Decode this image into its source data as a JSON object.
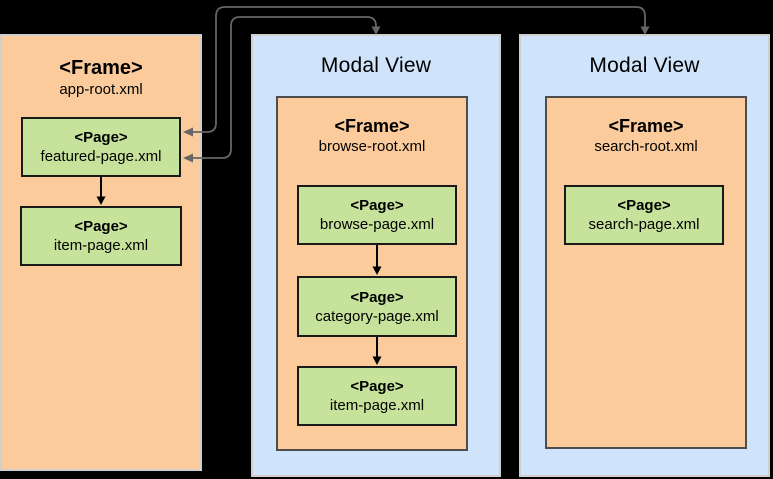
{
  "diagram": {
    "app_frame": {
      "title_tag": "<Frame>",
      "title_file": "app-root.xml",
      "pages": [
        {
          "tag": "<Page>",
          "file": "featured-page.xml"
        },
        {
          "tag": "<Page>",
          "file": "item-page.xml"
        }
      ]
    },
    "browse_modal": {
      "title": "Modal View",
      "frame_tag": "<Frame>",
      "frame_file": "browse-root.xml",
      "pages": [
        {
          "tag": "<Page>",
          "file": "browse-page.xml"
        },
        {
          "tag": "<Page>",
          "file": "category-page.xml"
        },
        {
          "tag": "<Page>",
          "file": "item-page.xml"
        }
      ]
    },
    "search_modal": {
      "title": "Modal View",
      "frame_tag": "<Frame>",
      "frame_file": "search-root.xml",
      "pages": [
        {
          "tag": "<Page>",
          "file": "search-page.xml"
        }
      ]
    },
    "colors": {
      "background": "#000000",
      "frame_fill": "#FBCB9B",
      "modal_fill": "#CFE3FA",
      "page_fill": "#C6E29B",
      "panel_border": "#CFCFCF",
      "inner_frame_border": "#4D4D4D",
      "page_border": "#1A1A1A",
      "connector_gray": "#666666",
      "arrow_black": "#000000"
    }
  }
}
